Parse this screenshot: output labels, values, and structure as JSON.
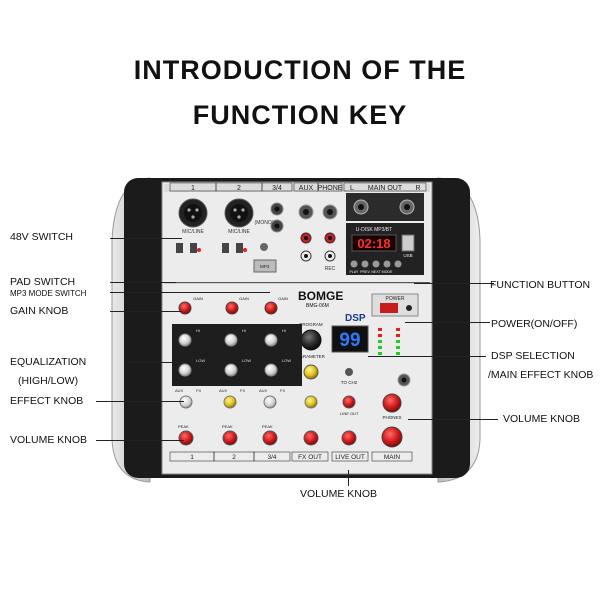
{
  "heading": {
    "line1": "INTRODUCTION OF THE",
    "line2": "FUNCTION KEY"
  },
  "callouts": {
    "v48_switch": "48V SWITCH",
    "pad_switch": "PAD SWITCH",
    "mp3_mode_switch": "MP3 MODE SWITCH",
    "gain_knob": "GAIN KNOB",
    "equalization": "EQUALIZATION",
    "high_low": "(HIGH/LOW)",
    "effect_knob": "EFFECT KNOB",
    "volume_knob_left": "VOLUME KNOB",
    "function_button": "FUNCTION BUTTON",
    "power_on_off": "POWER(ON/OFF)",
    "dsp_selection": "DSP SELECTION",
    "main_effect_knob": "/MAIN EFFECT KNOB",
    "volume_knob_right": "VOLUME KNOB",
    "volume_knob_bottom": "VOLUME KNOB"
  },
  "device": {
    "brand": "BOMGE",
    "model": "BMG-06M",
    "dsp_label": "DSP",
    "dsp_display": "99",
    "usb_display": "02:18",
    "usb_label": "U-DISK MP3/BT",
    "usb": "USB",
    "power": "POWER",
    "phones": "PHONES",
    "to_ch2": "TO CH2",
    "line_out": "LINE OUT",
    "program": "PROGRAM",
    "parameter": "PARAMETER",
    "live_out": "LIVE OUT",
    "main": "MAIN",
    "fx_out": "FX OUT",
    "rec": "REC",
    "mic_line": "MIC/LINE",
    "mono": "(MONO)",
    "mp3": "MP3",
    "ch_top": [
      "1",
      "2",
      "3/4",
      "AUX",
      "PHONE",
      "L",
      "MAIN OUT",
      "R"
    ],
    "ch_bottom": [
      "1",
      "2",
      "3/4",
      "FX OUT",
      "LIVE OUT",
      "MAIN"
    ],
    "mp3_buttons": [
      "PLAY",
      "PREV",
      "NEXT",
      "MODE"
    ],
    "eq_labels": [
      "HI",
      "LOW"
    ],
    "knob_labels": {
      "gain": "GAIN",
      "aux": "AUX",
      "fx": "FX",
      "peak": "PEAK"
    }
  }
}
